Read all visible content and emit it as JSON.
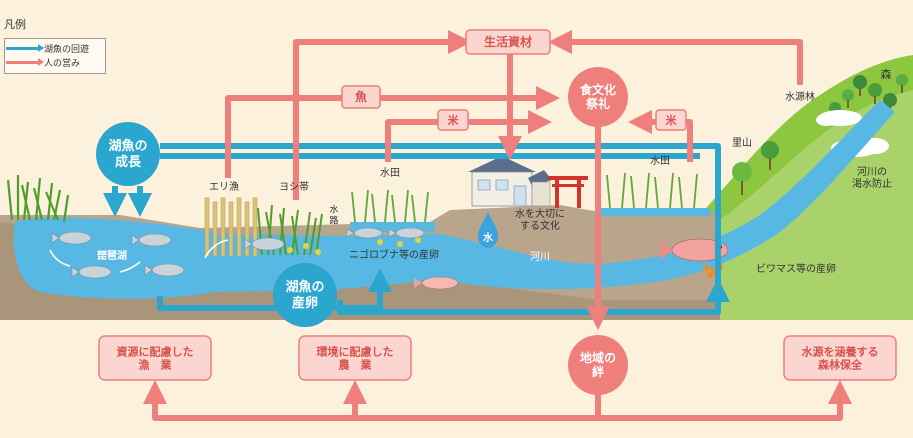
{
  "legend": {
    "title": "凡例",
    "items": [
      {
        "label": "湖魚の回遊",
        "color": "#2aa6cf"
      },
      {
        "label": "人の営み",
        "color": "#ee7f7b"
      }
    ]
  },
  "nodes": {
    "lake_fish_growth": "湖魚の\n成長",
    "lake_fish_spawning": "湖魚の\n産卵",
    "food_culture": "食文化\n祭礼",
    "community_bond": "地域の\n絆"
  },
  "boxes": {
    "living_materials": "生活資材",
    "fish": "魚",
    "rice_1": "米",
    "rice_2": "米",
    "fishery": "資源に配慮した\n漁　業",
    "agriculture": "環境に配慮した\n農　業",
    "forest": "水源を涵養する\n森林保全"
  },
  "labels": {
    "eri_fishing": "エリ漁",
    "reed_belt": "ヨシ帯",
    "waterway": "水\n路",
    "paddy_left": "水田",
    "paddy_right": "水田",
    "satoyama": "里山",
    "water_forest": "水源林",
    "forest": "森",
    "flood_prevention": "河川の\n渇水防止",
    "biwako": "琵琶湖",
    "funa_spawning": "ニゴロブナ等の産卵",
    "water_culture": "水を大切に\nする文化",
    "water_drop": "水",
    "river": "河川",
    "biwamasu_spawning": "ビワマス等の産卵"
  },
  "colors": {
    "blue": "#2aa6cf",
    "pink": "#ee7f7b",
    "node_fill": "#ee7f7b",
    "box_fill": "#fbd6d0",
    "background": "#fcf1dd",
    "water": "#57b8e3",
    "ground": "#b8a58c",
    "grass": "#5ea93a"
  }
}
